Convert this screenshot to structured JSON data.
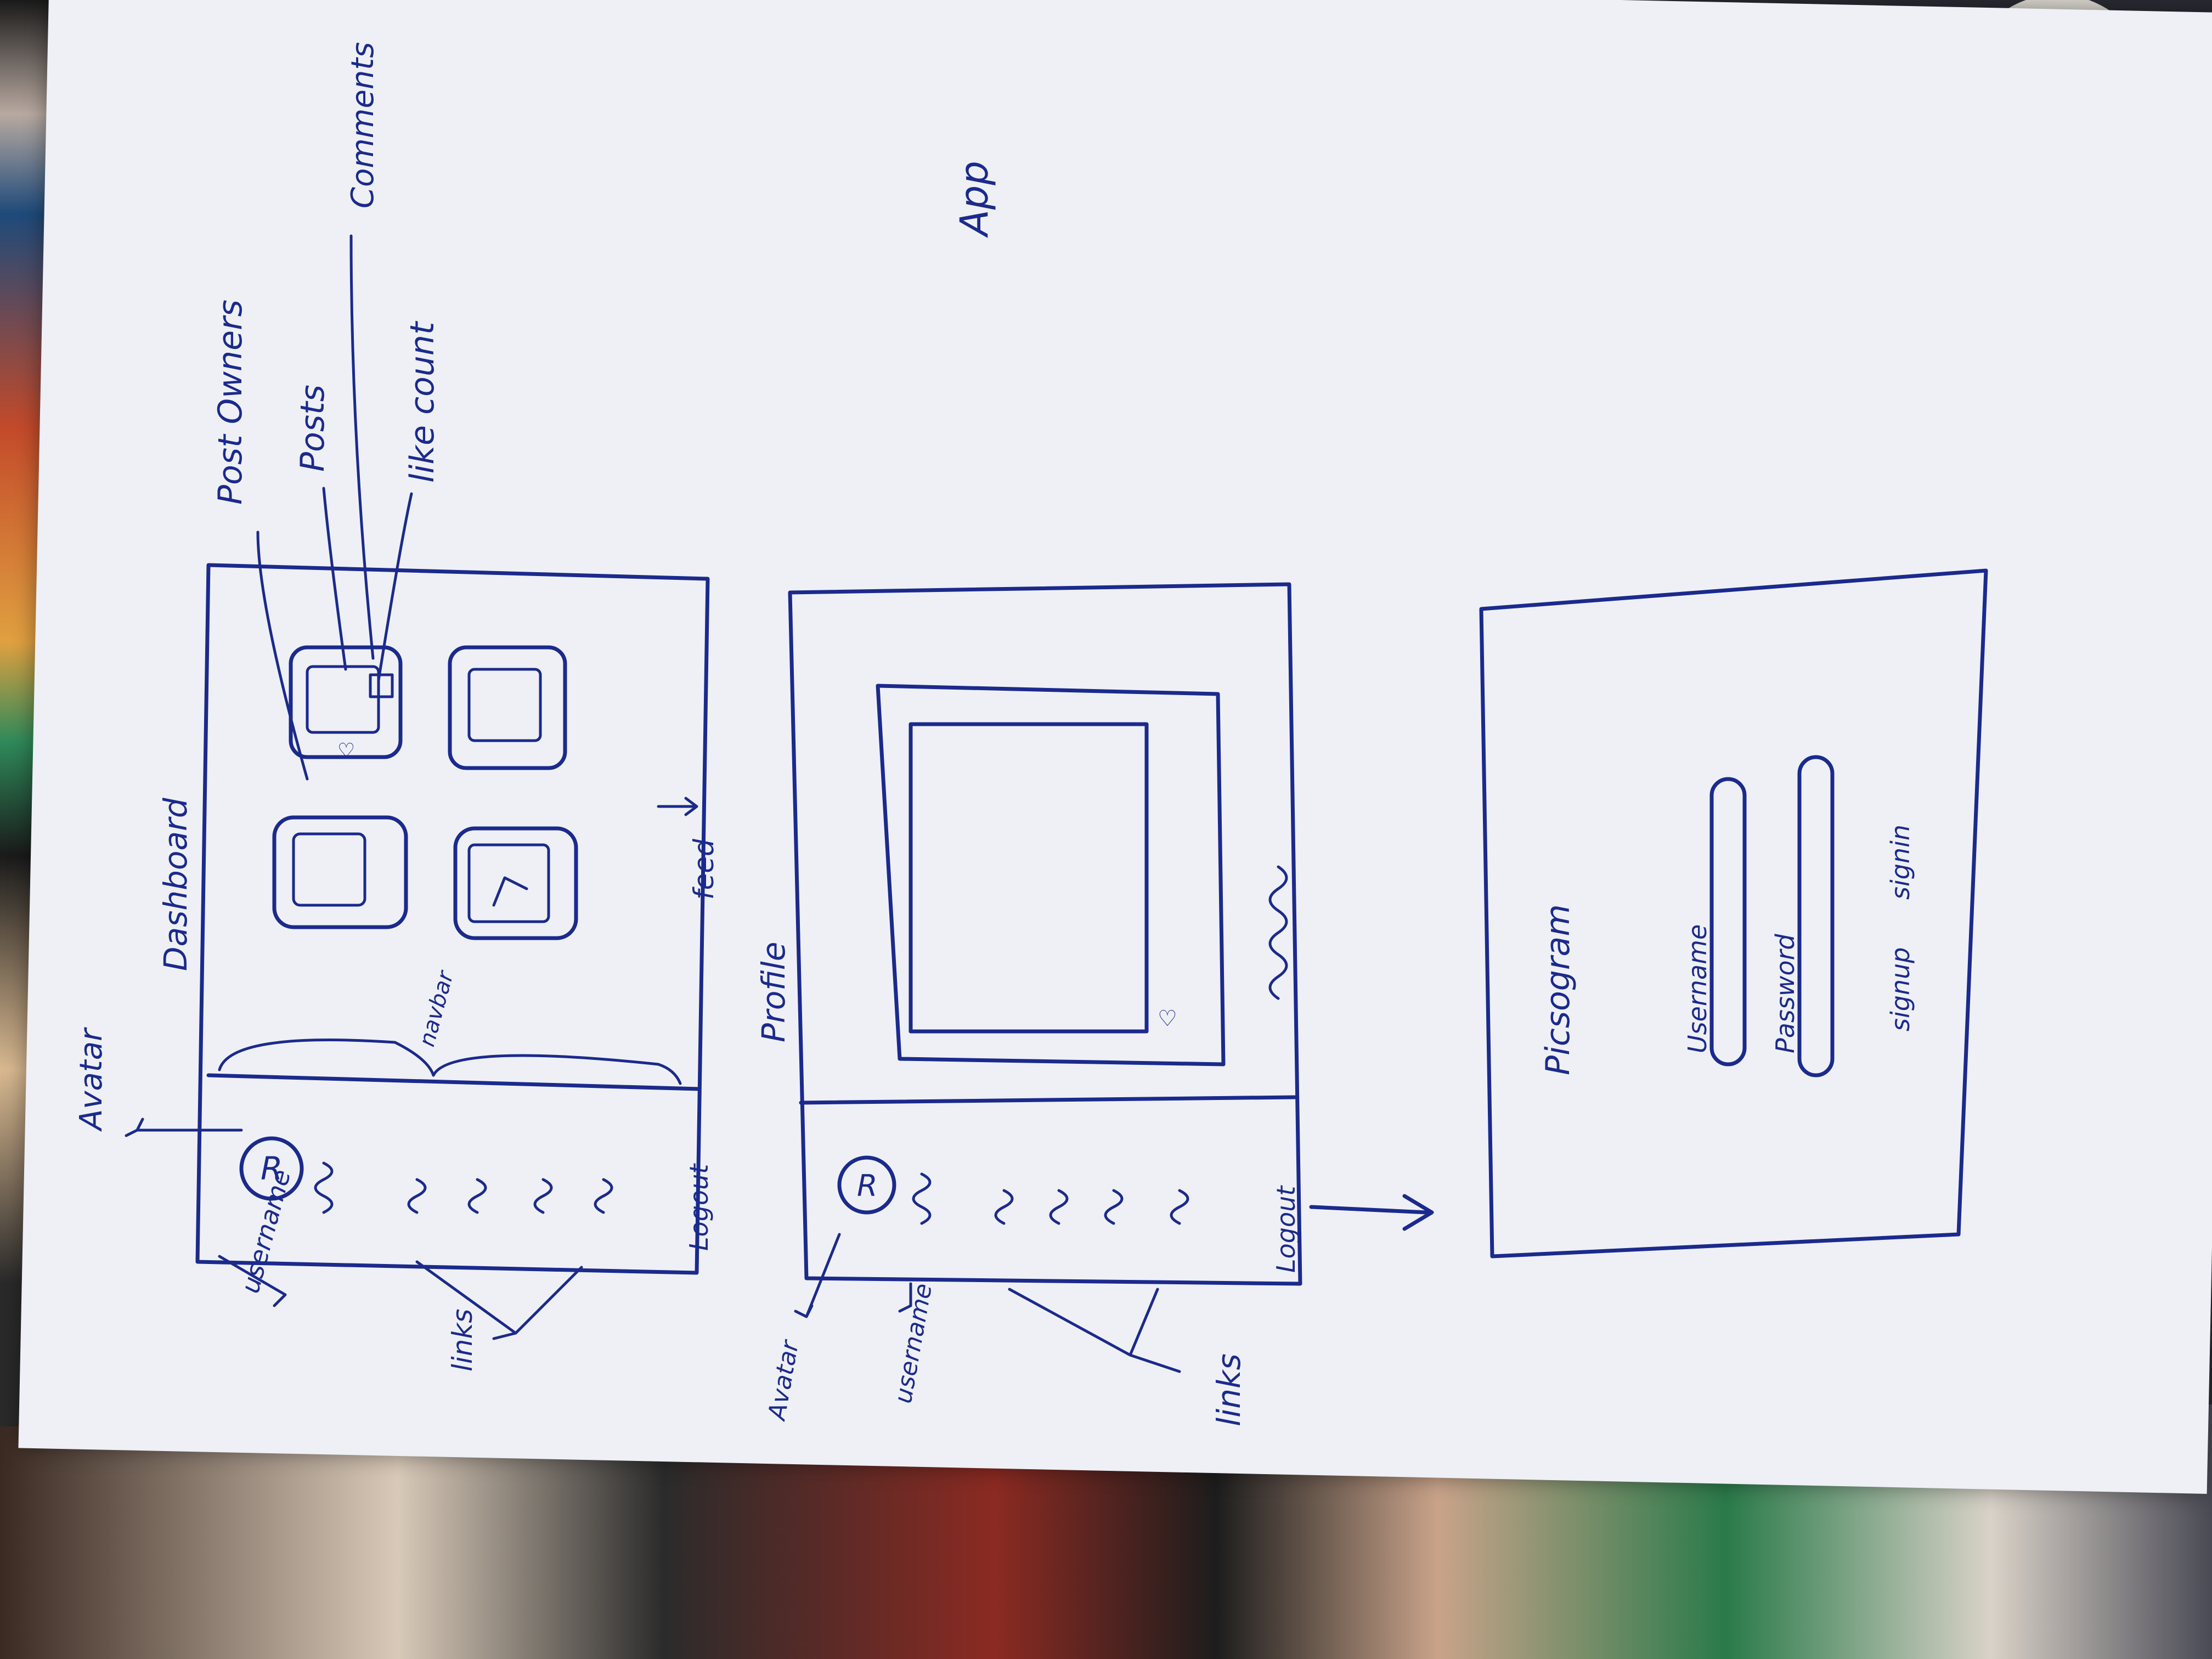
{
  "annotations": {
    "app": "App",
    "comments": "Comments",
    "post_owners": "Post Owners",
    "posts": "Posts",
    "like_count": "like count",
    "avatar_top": "Avatar",
    "username_top": "username",
    "links_top": "links",
    "avatar_bottom": "Avatar",
    "username_bottom": "username",
    "links_bottom": "links"
  },
  "dashboard": {
    "title": "Dashboard",
    "navbar_label": "navbar",
    "feed_label": "feed",
    "avatar_letter": "R",
    "logout": "Logout"
  },
  "profile": {
    "title": "Profile",
    "avatar_letter": "R",
    "logout": "Logout"
  },
  "login": {
    "app_name": "Picsogram",
    "username_field": "Username",
    "password_field": "Password",
    "signup": "signup",
    "signin": "signin"
  },
  "colors": {
    "ink": "#1b2a8c",
    "paper": "#eef0f6"
  }
}
